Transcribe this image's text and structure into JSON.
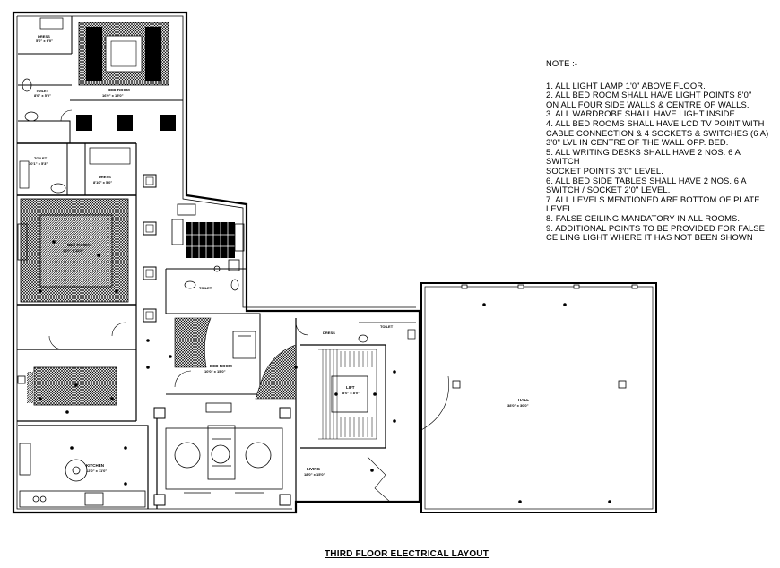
{
  "notes": {
    "title": "NOTE :-",
    "items": [
      "1. ALL LIGHT LAMP 1'0\" ABOVE FLOOR.",
      "2. ALL BED ROOM SHALL HAVE LIGHT POINTS 8'0\"\n    ON ALL FOUR SIDE WALLS & CENTRE OF WALLS.",
      "3. ALL WARDROBE SHALL HAVE LIGHT INSIDE.",
      "4. ALL BED ROOMS SHALL HAVE LCD TV POINT WITH\n    CABLE CONNECTION & 4 SOCKETS & SWITCHES (6 A)\n    3'0\" LVL IN CENTRE OF THE WALL OPP. BED.",
      "5. ALL WRITING DESKS SHALL HAVE 2 NOS. 6 A SWITCH\n    SOCKET POINTS 3'0\" LEVEL.",
      "6. ALL BED SIDE TABLES SHALL HAVE 2 NOS. 6 A\n    SWITCH / SOCKET 2'0\" LEVEL.",
      "7. ALL LEVELS MENTIONED ARE BOTTOM OF PLATE\n    LEVEL.",
      "8. FALSE CEILING MANDATORY IN ALL ROOMS.",
      "9. ADDITIONAL POINTS TO BE PROVIDED FOR FALSE\n    CEILING LIGHT WHERE IT HAS NOT BEEN SHOWN"
    ]
  },
  "drawing_title": "THIRD FLOOR ELECTRICAL LAYOUT",
  "rooms": {
    "dress_top": {
      "name": "DRESS",
      "size": "5'0\" x 6'0\""
    },
    "bed_room_1": {
      "name": "BED ROOM",
      "size": "16'0\" x 15'0\""
    },
    "toilet_1": {
      "name": "TOILET",
      "size": "8'0\" x 5'0\""
    },
    "toilet_2": {
      "name": "TOILET",
      "size": "10'1\" x 5'3\""
    },
    "dress_2": {
      "name": "DRESS",
      "size": "8'10\" x 5'0\""
    },
    "bed_room_2": {
      "name": "BED ROOM",
      "size": "15'0\" x 14'0\""
    },
    "toilet_3": {
      "name": "TOILET",
      "size": ""
    },
    "bed_room_3": {
      "name": "BED ROOM",
      "size": "10'0\" x 15'0\""
    },
    "dress_3": {
      "name": "DRESS",
      "size": ""
    },
    "toilet_4": {
      "name": "TOILET",
      "size": ""
    },
    "lift": {
      "name": "LIFT",
      "size": "8'0\" x 8'0\""
    },
    "hall": {
      "name": "HALL",
      "size": "38'0\" x 30'0\""
    },
    "kitchen": {
      "name": "KITCHEN",
      "size": "12'0\" x 11'0\""
    },
    "living": {
      "name": "LIVING",
      "size": "18'0\" x 15'0\""
    }
  }
}
